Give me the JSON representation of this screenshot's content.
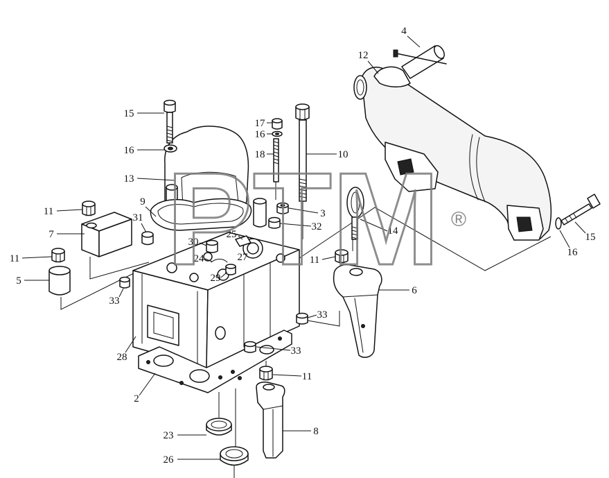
{
  "watermark": {
    "text": "PTM",
    "mark": "®"
  },
  "callouts": [
    {
      "label": "4"
    },
    {
      "label": "12"
    },
    {
      "label": "15"
    },
    {
      "label": "17"
    },
    {
      "label": "16"
    },
    {
      "label": "16"
    },
    {
      "label": "18"
    },
    {
      "label": "10"
    },
    {
      "label": "13"
    },
    {
      "label": "9"
    },
    {
      "label": "11"
    },
    {
      "label": "3"
    },
    {
      "label": "31"
    },
    {
      "label": "7"
    },
    {
      "label": "25"
    },
    {
      "label": "32"
    },
    {
      "label": "14"
    },
    {
      "label": "30"
    },
    {
      "label": "11"
    },
    {
      "label": "24"
    },
    {
      "label": "27"
    },
    {
      "label": "11"
    },
    {
      "label": "29"
    },
    {
      "label": "5"
    },
    {
      "label": "33"
    },
    {
      "label": "6"
    },
    {
      "label": "33"
    },
    {
      "label": "28"
    },
    {
      "label": "33"
    },
    {
      "label": "2"
    },
    {
      "label": "11"
    },
    {
      "label": "23"
    },
    {
      "label": "8"
    },
    {
      "label": "26"
    },
    {
      "label": "15"
    },
    {
      "label": "16"
    }
  ]
}
